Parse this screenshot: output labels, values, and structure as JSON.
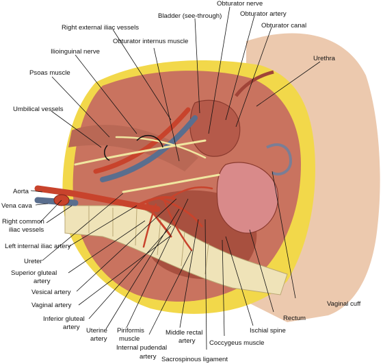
{
  "figure": {
    "labels": {
      "obturator_nerve": "Obturator nerve",
      "bladder": "Bladder (see-through)",
      "obturator_artery": "Obturator artery",
      "right_external_iliac": "Right external iliac vessels",
      "obturator_canal": "Obturator canal",
      "obturator_internus": "Obturator internus muscle",
      "ilioinguinal": "Ilioinguinal nerve",
      "urethra": "Urethra",
      "psoas": "Psoas muscle",
      "umbilical": "Umbilical vessels",
      "aorta": "Aorta",
      "vena_cava": "Vena cava",
      "right_common_iliac_1": "Right common",
      "right_common_iliac_2": "iliac vessels",
      "left_internal_iliac": "Left internal iliac artery",
      "ureter": "Ureter",
      "superior_gluteal_1": "Superior gluteal",
      "superior_gluteal_2": "artery",
      "vesical": "Vesical artery",
      "vaginal_artery": "Vaginal artery",
      "inferior_gluteal_1": "Inferior gluteal",
      "inferior_gluteal_2": "artery",
      "uterine_1": "Uterine",
      "uterine_2": "artery",
      "piriformis_1": "Piriformis",
      "piriformis_2": "muscle",
      "internal_pudendal_1": "Internal pudendal",
      "internal_pudendal_2": "artery",
      "middle_rectal_1": "Middle rectal",
      "middle_rectal_2": "artery",
      "sacrospinous": "Sacrospinous ligament",
      "coccygeus": "Coccygeus muscle",
      "ischial_spine": "Ischial spine",
      "rectum": "Rectum",
      "vaginal_cuff": "Vaginal cuff"
    },
    "colors": {
      "skin": "#ecc9ae",
      "fat": "#f2d84a",
      "muscle": "#c9735f",
      "bone": "#efe3b8",
      "artery": "#c8432c",
      "vein": "#5a6e8e",
      "nerve": "#f0e6a0"
    }
  }
}
